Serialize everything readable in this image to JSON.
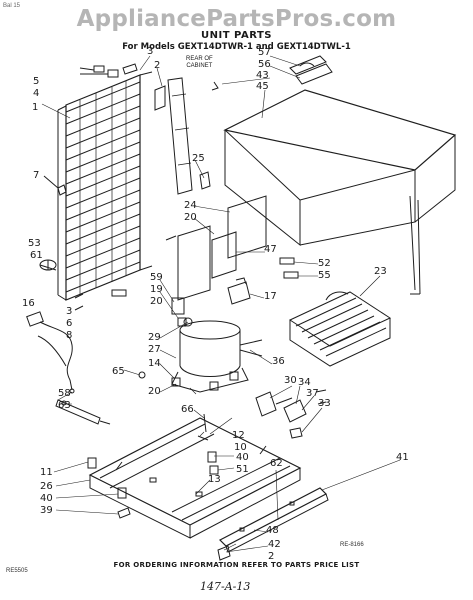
{
  "watermark": "AppliancePartsPros.com",
  "top_code": "Bal 15",
  "title": "UNIT PARTS",
  "subtitle": "For Models GEXT14DTWR-1 and GEXT14DTWL-1",
  "rear_note": [
    "REAR OF",
    "CABINET"
  ],
  "diagram_code": "RE-8166",
  "corner_code": "RE5505",
  "footer": "FOR ORDERING INFORMATION REFER TO PARTS PRICE LIST",
  "page_mark": "147-A-13",
  "callouts": [
    "3",
    "2",
    "5",
    "4",
    "1",
    "7",
    "53",
    "61",
    "16",
    "59",
    "19",
    "20",
    "3",
    "6",
    "8",
    "29",
    "27",
    "14",
    "65",
    "20",
    "58",
    "63",
    "66",
    "10",
    "40",
    "51",
    "11",
    "26",
    "40",
    "39",
    "13",
    "57",
    "56",
    "43",
    "45",
    "25",
    "24",
    "20",
    "47",
    "52",
    "55",
    "17",
    "23",
    "36",
    "30",
    "34",
    "37",
    "33",
    "62",
    "41",
    "48",
    "42",
    "2",
    "12"
  ]
}
